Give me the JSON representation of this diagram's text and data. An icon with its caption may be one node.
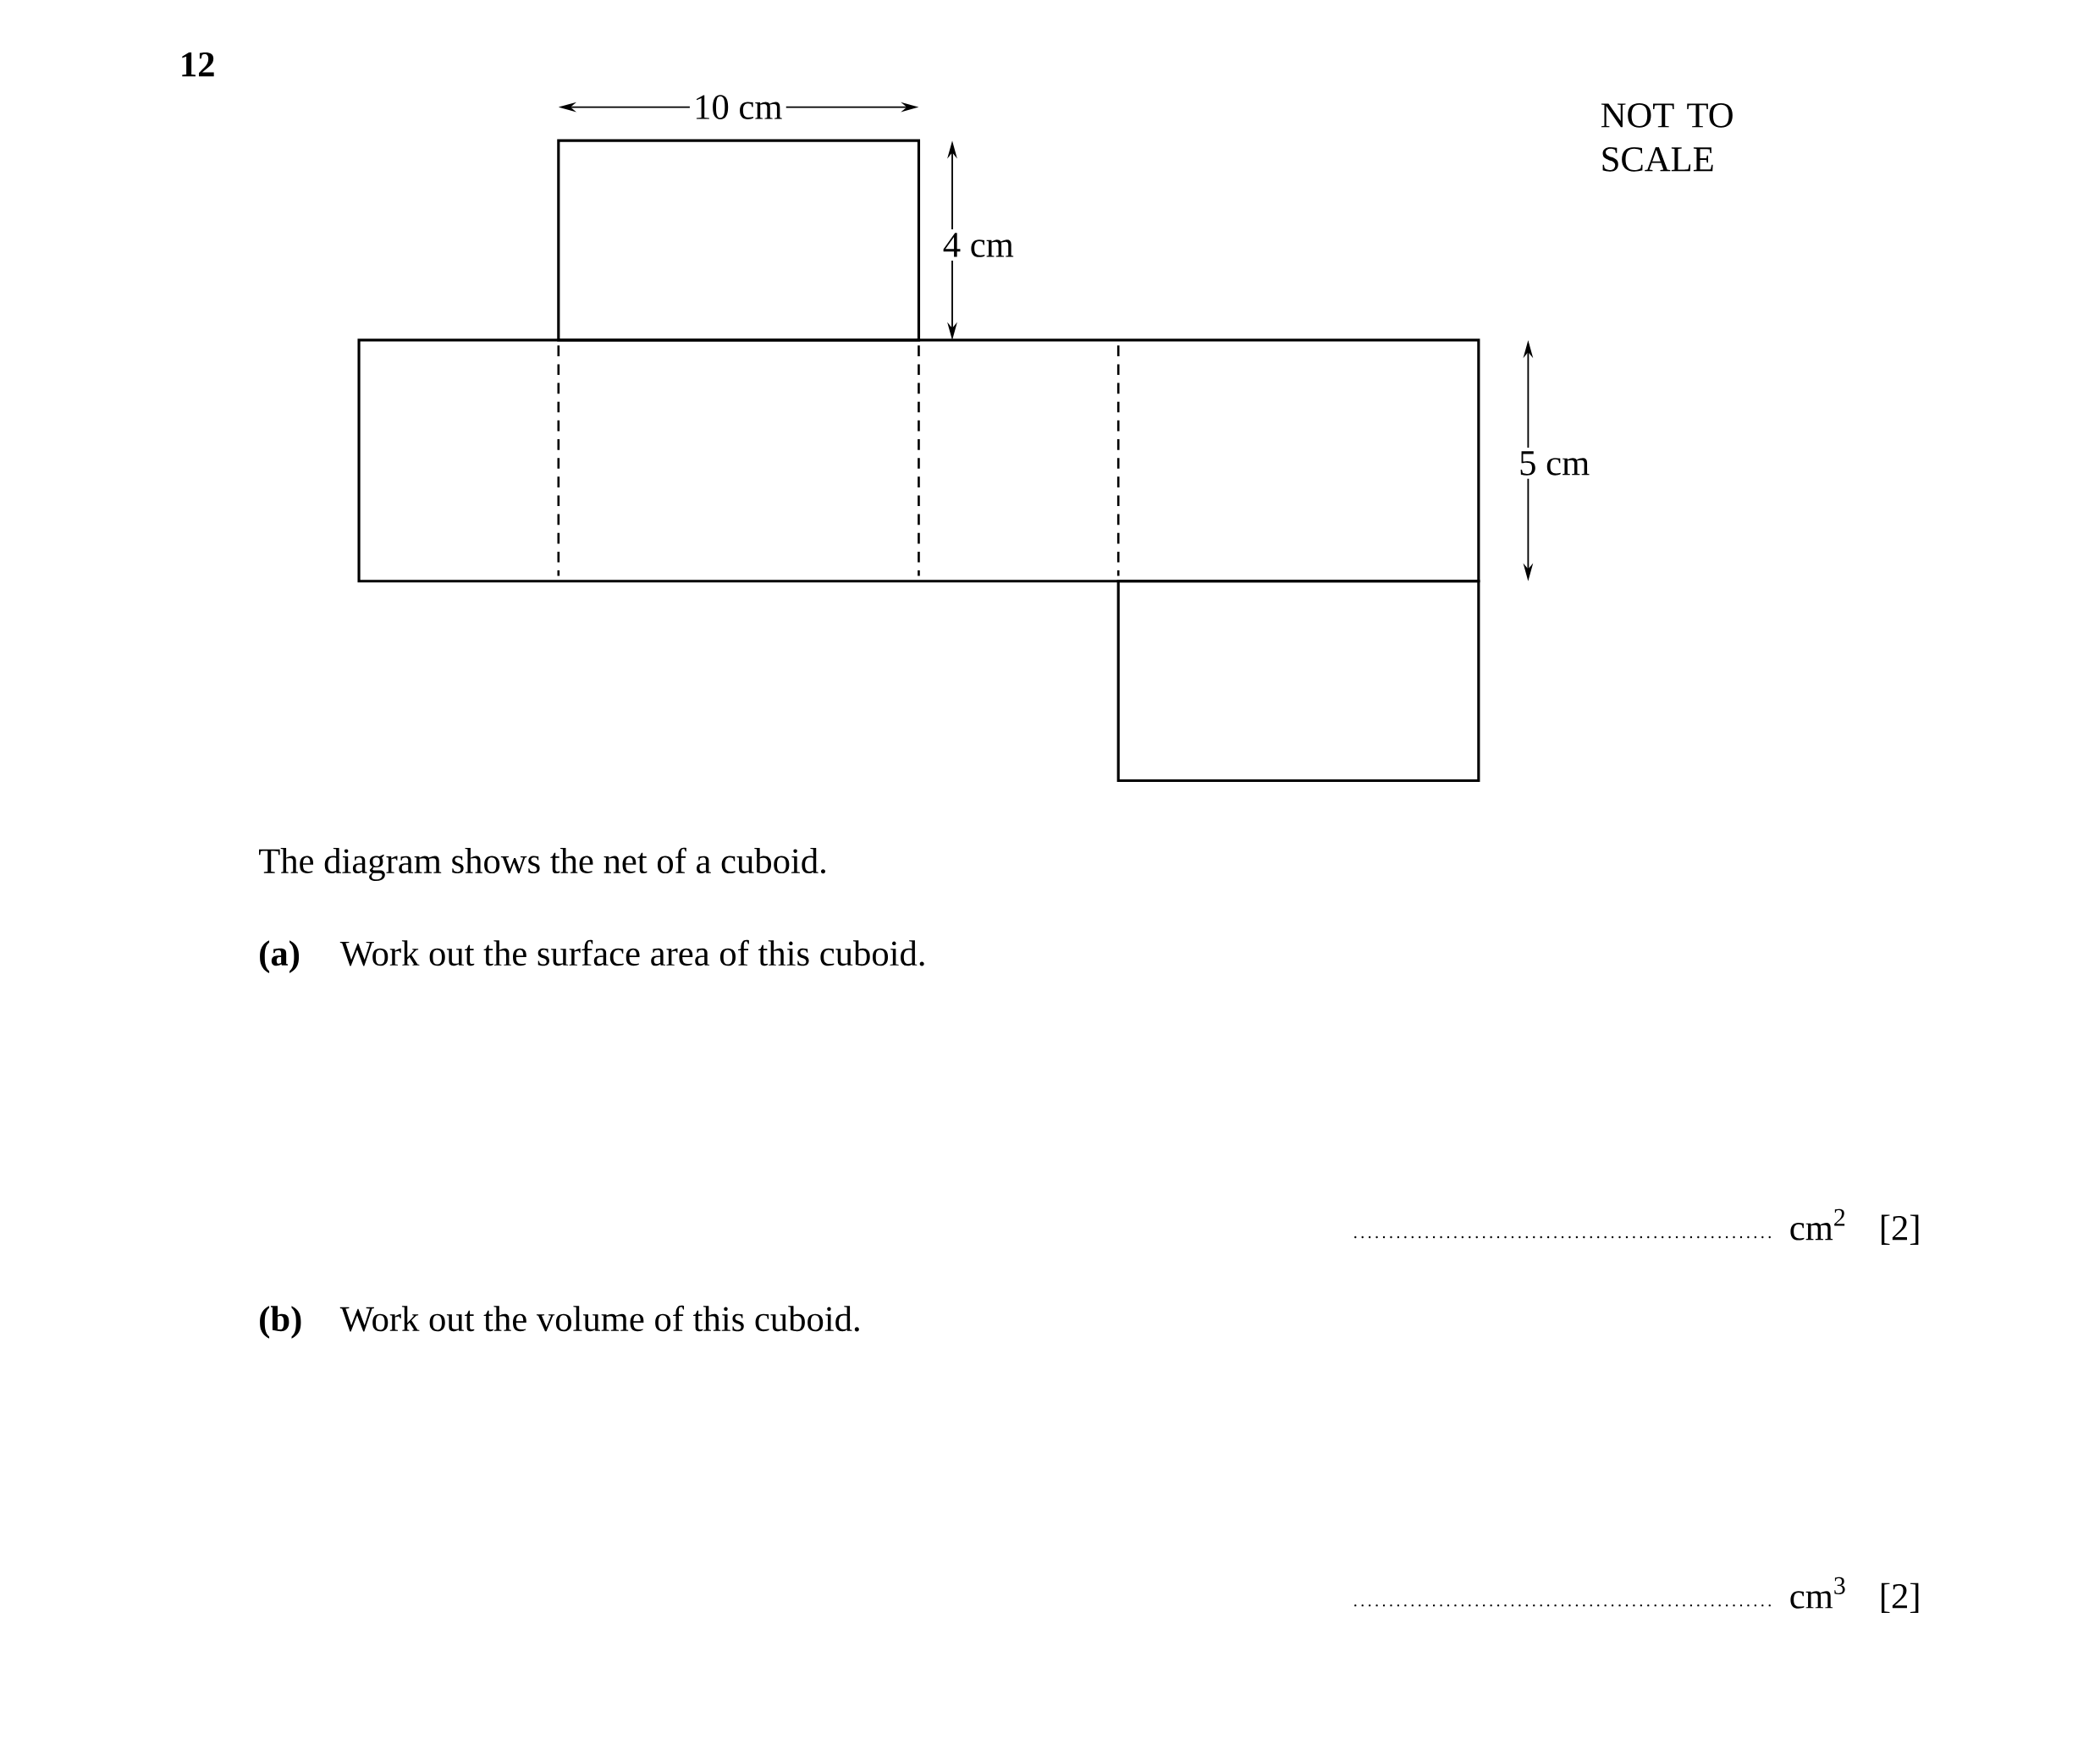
{
  "diagram": {
    "labels": [
      "12",
      "10 cm",
      "4 cm",
      "5 cm",
      "NOT TO SCALE",
      "The diagram shows the net of a cuboid.",
      "(a)",
      "Work out the surface area of this cuboid.",
      "cm$^{2}$",
      "[2]",
      "(b)",
      "Work out the volume of this cuboid.",
      "cm$^{3}$",
      "[2]"
    ]
  }
}
